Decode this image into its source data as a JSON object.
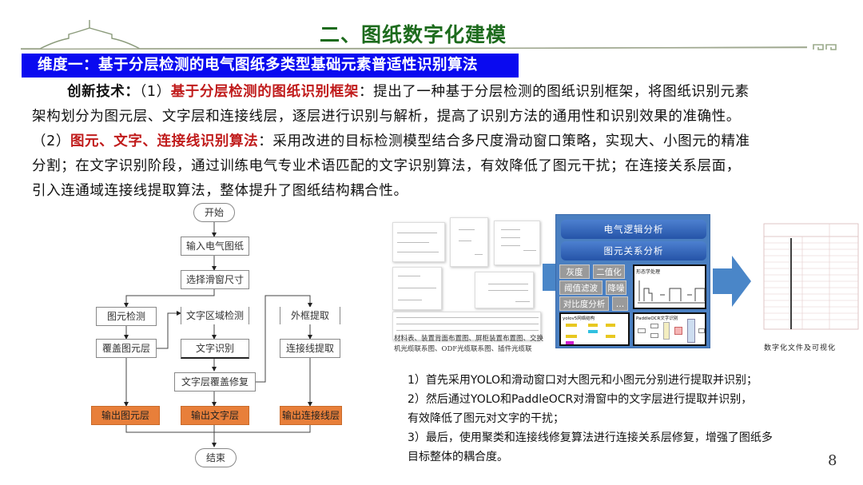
{
  "header": {
    "title": "二、图纸数字化建模",
    "title_color": "#1d6b1d"
  },
  "banner": {
    "text": "维度一：基于分层检测的电气图纸多类型基础元素普适性识别算法",
    "background": "#0a0af0"
  },
  "intro": {
    "label": "创新技术：",
    "item1_prefix": "（1）",
    "item1_title": "基于分层检测的图纸识别框架",
    "item1_line1_rest": "：提出了一种基于分层检测的图纸识别框架，将图纸识别元素",
    "item1_line2": "架构划分为图元层、文字层和连接线层，逐层进行识别与解析，提高了识别方法的通用性和识别效果的准确性。",
    "item2_prefix": "（2）",
    "item2_title": "图元、文字、连接线识别算法",
    "item2_line1_rest": "：采用改进的目标检测模型结合多尺度滑动窗口策略，实现大、小图元的精准",
    "item2_line2": "分割；在文字识别阶段，通过训练电气专业术语匹配的文字识别算法，有效降低了图元干扰；在连接关系层面，",
    "item2_line3": "引入连通域连接线提取算法，整体提升了图纸结构耦合性。",
    "highlight_color": "#c01b1b"
  },
  "flowchart": {
    "start": "开始",
    "input": "输入电气图纸",
    "select_window": "选择滑窗尺寸",
    "symbol_detect": "图元检测",
    "cover_symbol": "覆盖图元层",
    "text_region_detect": "文字区域检测",
    "text_recognize": "文字识别",
    "text_cover_repair": "文字层覆盖修复",
    "frame_extract": "外框提取",
    "line_extract": "连接线提取",
    "output_symbol": "输出图元层",
    "output_text": "输出文字层",
    "output_line": "输出连接线层",
    "end": "结束",
    "output_color": "#e87f3a"
  },
  "pipeline": {
    "drawings_caption": "材料表、装置背面布置图、屏柜装置布置图、交换机光缆联系图、ODF光缆联系图、插件光缆联",
    "analysis": {
      "bar1": "电气逻辑分析",
      "bar2": "图元关系分析",
      "chips": [
        "灰度",
        "二值化",
        "阈值滤波",
        "降噪",
        "对比度分析",
        "…"
      ],
      "img1_title": "形态学处理",
      "img2_title": "yolov5网络结构",
      "img3_title": "PaddleOCR文字识别"
    },
    "digital_caption": "数字化文件及可视化",
    "panel_color": "#4a7fc1",
    "arrow_color": "#4a86c8"
  },
  "steps": {
    "s1": "1）首先采用YOLO和滑动窗口对大图元和小图元分别进行提取并识别；",
    "s2a": "2）然后通过YOLO和PaddleOCR对滑窗中的文字层进行提取并识别，",
    "s2b": "有效降低了图元对文字的干扰；",
    "s3a": "3）最后，使用聚类和连接线修复算法进行连接关系层修复，增强了图纸多",
    "s3b": "目标整体的耦合度。"
  },
  "page_number": "8"
}
